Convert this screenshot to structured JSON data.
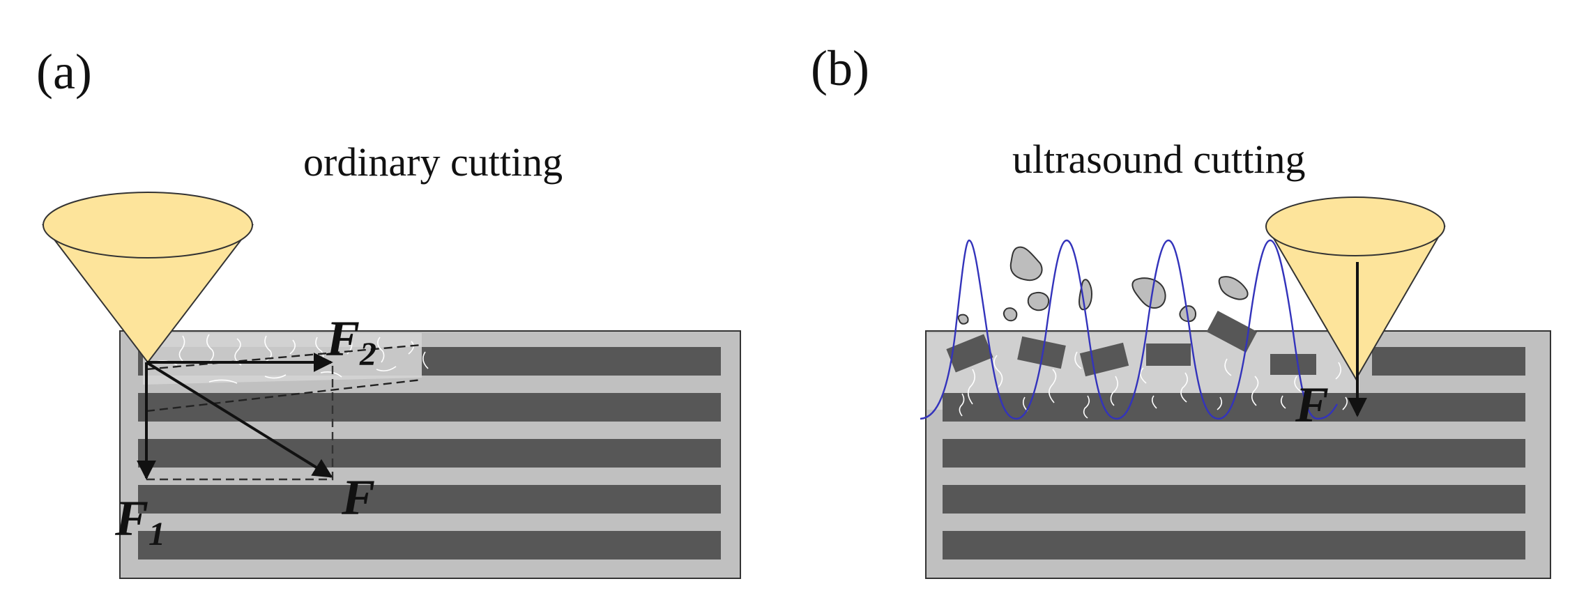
{
  "panels": [
    {
      "label": "(a)",
      "title": "ordinary cutting",
      "forces": {
        "main": "F",
        "component_1": "F",
        "component_1_sub": "1",
        "component_2": "F",
        "component_2_sub": "2"
      }
    },
    {
      "label": "(b)",
      "title": "ultrasound cutting",
      "forces": {
        "main": "F"
      }
    }
  ],
  "colors": {
    "workpiece": "#c0c0c0",
    "fiber": "#575757",
    "tool": "#fde49b",
    "wave": "#3333bb",
    "chip": "#bdbdbd",
    "arrow": "#111111"
  },
  "icons": [
    "cone-tool-icon",
    "force-arrow-icon",
    "sine-wave-icon",
    "debris-chip-icon"
  ]
}
